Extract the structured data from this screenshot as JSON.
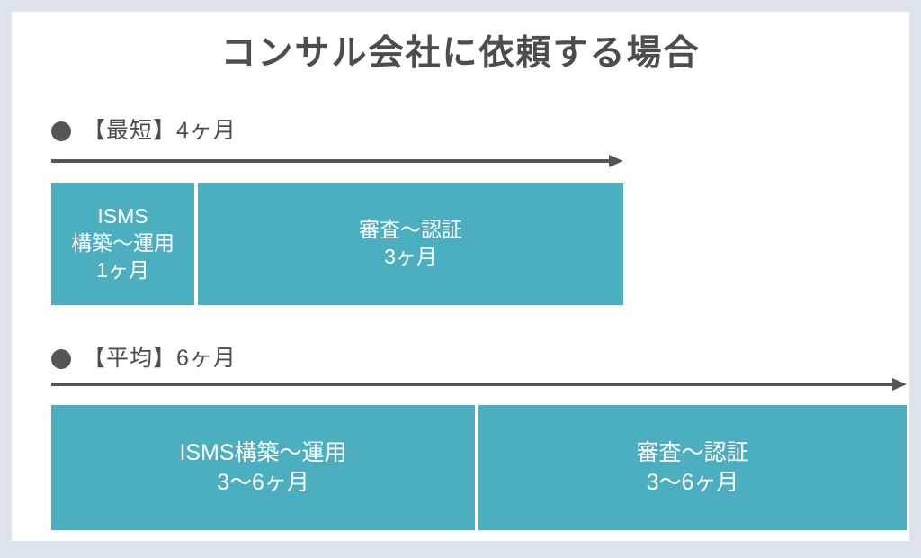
{
  "page": {
    "title": "コンサル会社に依頼する場合",
    "background_color": "#dde4eb",
    "card_color": "#ffffff",
    "accent_color": "#4cafc0",
    "text_color": "#4d4d4d"
  },
  "chart_data": {
    "type": "bar",
    "title": "コンサル会社に依頼する場合",
    "orientation": "horizontal-stacked-timeline",
    "unit": "ヶ月",
    "rows": [
      {
        "label": "【最短】4ヶ月",
        "bullet": "●",
        "total_months": 4,
        "segments": [
          {
            "lines": [
              "ISMS",
              "構築〜運用",
              "1ヶ月"
            ],
            "months": 1,
            "duration_label": "1ヶ月"
          },
          {
            "lines": [
              "審査〜認証",
              "3ヶ月"
            ],
            "months": 3,
            "duration_label": "3ヶ月"
          }
        ]
      },
      {
        "label": "【平均】6ヶ月",
        "bullet": "●",
        "total_months": 6,
        "segments": [
          {
            "lines": [
              "ISMS構築〜運用",
              "3〜6ヶ月"
            ],
            "months": 3,
            "duration_label": "3〜6ヶ月"
          },
          {
            "lines": [
              "審査〜認証",
              "3〜6ヶ月"
            ],
            "months": 3,
            "duration_label": "3〜6ヶ月"
          }
        ]
      }
    ]
  },
  "icons": {
    "bullet": "bullet-dot-icon",
    "arrow": "right-arrow-icon"
  }
}
